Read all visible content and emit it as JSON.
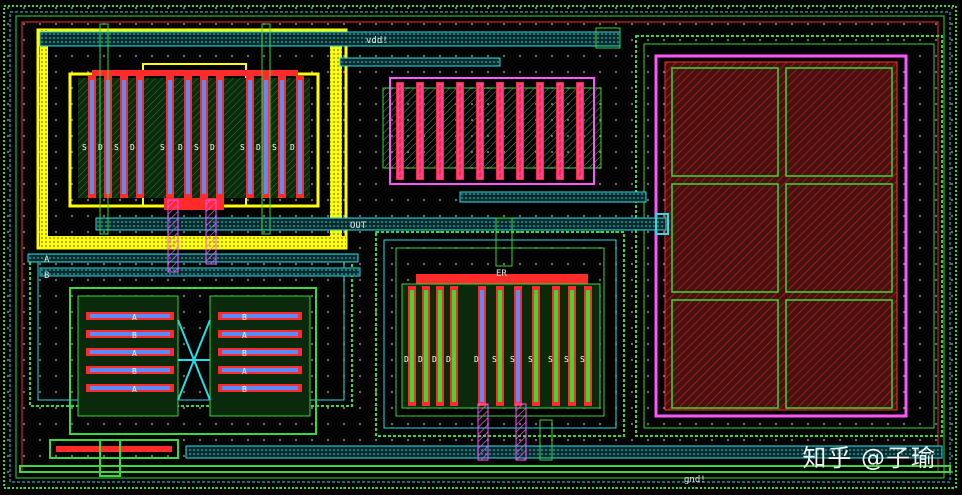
{
  "net_labels": {
    "vdd": "vdd!",
    "out": "OUT",
    "in_a": "A",
    "in_b": "B",
    "gnd": "gnd!",
    "lower_net": "ER"
  },
  "pin_letters": [
    "S",
    "D",
    "A",
    "B"
  ],
  "watermark": "知乎 @子瑜",
  "colors": {
    "background": "#000000",
    "nwell_ring": "#ffff00",
    "poly": "#ff2a2a",
    "metal1": "#22e0e8",
    "metal2": "#ff55ff",
    "diffusion": "#33dd33",
    "grid_dot": "#ffffff",
    "capacitor_fill": "#5a1414"
  }
}
